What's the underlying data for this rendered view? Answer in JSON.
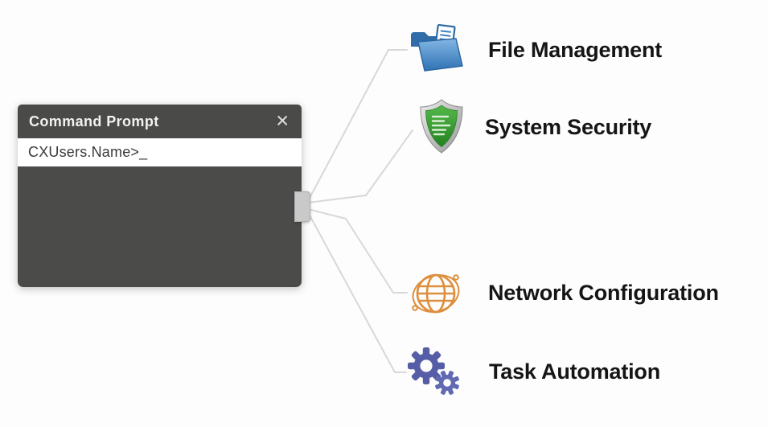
{
  "window": {
    "title": "Command Prompt",
    "close_icon": "✕",
    "prompt_line": "CXUsers.Name>_"
  },
  "branches": [
    {
      "label": "File Management",
      "icon": "folder-icon",
      "accent": "#3e86c8"
    },
    {
      "label": "System Security",
      "icon": "shield-icon",
      "accent": "#2f9e33"
    },
    {
      "label": "Network Configuration",
      "icon": "globe-icon",
      "accent": "#dd8f3d"
    },
    {
      "label": "Task Automation",
      "icon": "gears-icon",
      "accent": "#565da7"
    }
  ],
  "colors": {
    "background": "#fdfdfd",
    "window_chrome": "#4a4a48",
    "prompt_background": "#ffffff",
    "prompt_text": "#3a3a3a",
    "connector_line": "#d8d8d8"
  }
}
